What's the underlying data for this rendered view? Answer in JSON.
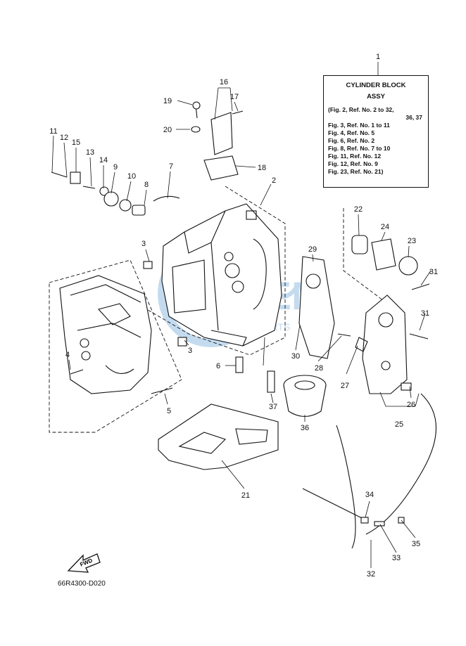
{
  "info_box": {
    "title": "CYLINDER BLOCK",
    "subtitle": "ASSY",
    "lines": [
      "(Fig. 2, Ref. No. 2 to 32,",
      "36, 37",
      "Fig. 3, Ref. No. 1 to 11",
      "Fig. 4, Ref. No. 5",
      "Fig. 6, Ref. No. 2",
      "Fig. 8, Ref. No. 7 to 10",
      "Fig. 11, Ref. No. 12",
      "Fig. 12, Ref. No. 9",
      "Fig. 23, Ref. No. 21)"
    ]
  },
  "callouts": [
    "1",
    "2",
    "3",
    "3",
    "4",
    "5",
    "6",
    "7",
    "8",
    "9",
    "10",
    "11",
    "12",
    "13",
    "14",
    "15",
    "16",
    "17",
    "18",
    "19",
    "20",
    "21",
    "22",
    "23",
    "24",
    "25",
    "26",
    "27",
    "28",
    "29",
    "30",
    "31",
    "31",
    "32",
    "33",
    "34",
    "35",
    "36",
    "37"
  ],
  "drawing_code": "66R4300-D020",
  "fwd_label": "FWD",
  "watermark_text": "ODORPARTS"
}
